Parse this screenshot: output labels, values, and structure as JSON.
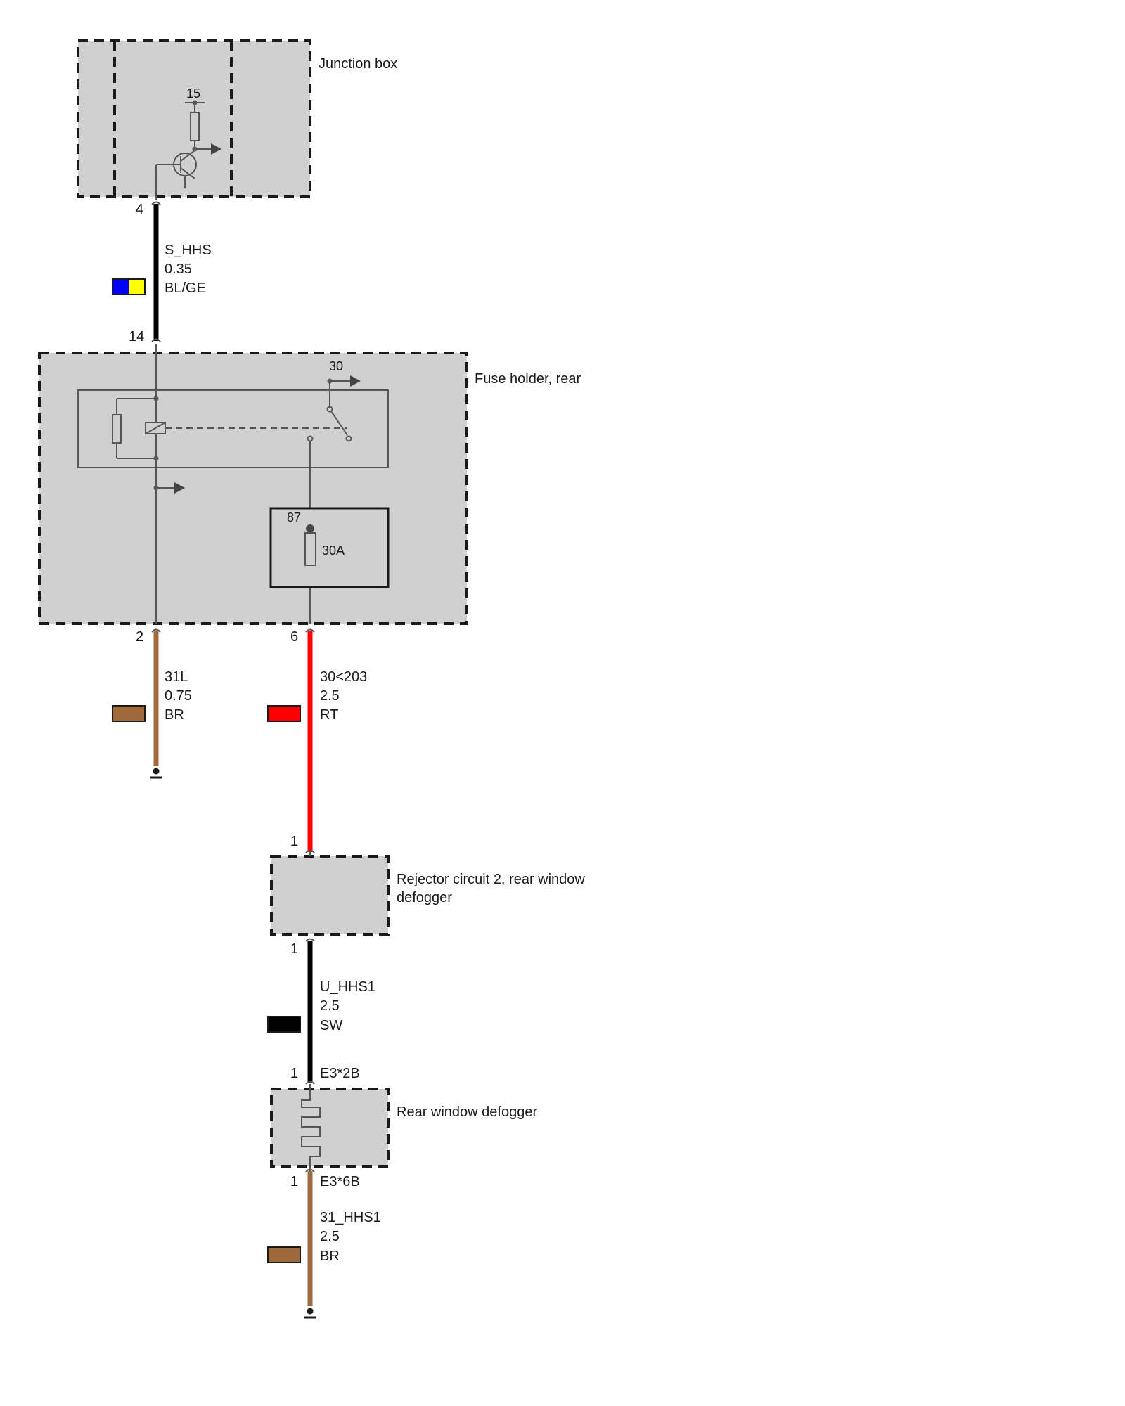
{
  "components": {
    "junction_box": {
      "label": "Junction box",
      "terminal": "15",
      "pin_out": "4"
    },
    "fuse_holder": {
      "label": "Fuse holder, rear",
      "terminal_30": "30",
      "terminal_87": "87",
      "fuse_rating": "30A",
      "pin_in": "14",
      "pin_ground": "2",
      "pin_out": "6"
    },
    "rejector": {
      "label_line1": "Rejector circuit 2, rear window",
      "label_line2": "defogger",
      "pin_in": "1",
      "pin_out": "1"
    },
    "defogger": {
      "label": "Rear window defogger",
      "pin_in": "1",
      "pin_out": "1",
      "connector_in": "E3*2B",
      "connector_out": "E3*6B"
    }
  },
  "wires": {
    "s_hhs": {
      "signal": "S_HHS",
      "gauge": "0.35",
      "color_code": "BL/GE",
      "colors": [
        "#0000ff",
        "#ffff00"
      ],
      "wire_color": "#000000"
    },
    "w31l": {
      "signal": "31L",
      "gauge": "0.75",
      "color_code": "BR",
      "colors": [
        "#a0693a"
      ],
      "wire_color": "#a0693a"
    },
    "w30": {
      "signal": "30<203",
      "gauge": "2.5",
      "color_code": "RT",
      "colors": [
        "#ff0000"
      ],
      "wire_color": "#ff0000"
    },
    "u_hhs1": {
      "signal": "U_HHS1",
      "gauge": "2.5",
      "color_code": "SW",
      "colors": [
        "#000000"
      ],
      "wire_color": "#000000"
    },
    "w31_hhs1": {
      "signal": "31_HHS1",
      "gauge": "2.5",
      "color_code": "BR",
      "colors": [
        "#a0693a"
      ],
      "wire_color": "#a0693a"
    }
  }
}
